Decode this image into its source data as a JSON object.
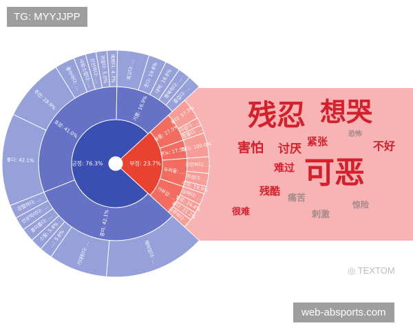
{
  "header": {
    "tag": "TG: MYYJJPP"
  },
  "footer": {
    "site": "web-absports.com",
    "brand": "TEXTOM",
    "brand_icon": "weibo-icon"
  },
  "colors": {
    "pos": [
      "#3b4fb2",
      "#6572c6",
      "#97a1d9"
    ],
    "neg": [
      "#ea4230",
      "#f26d5f",
      "#f79c96"
    ],
    "panel": "#f8b4b4",
    "word_red": "#d4202c",
    "word_gray": "#a58a8a"
  },
  "chart_data": {
    "type": "sunburst",
    "root": [
      {
        "label": "긍정: 76.3%",
        "value": 76.3,
        "tone": "pos",
        "children": [
          {
            "label": "흥미: 42.1%",
            "value": 42.1,
            "children": [
              {
                "label": "재미있다: …",
                "value": 45
              },
              {
                "label": "기대된다: …",
                "value": 26
              },
              {
                "label": "…: 5.6%",
                "value": 5.6
              },
              {
                "label": "스릴: 5.4%",
                "value": 5.4
              },
              {
                "label": "흥미롭다: …",
                "value": 6
              },
              {
                "label": "인상적이다: …",
                "value": 6
              },
              {
                "label": "강렬하다: …",
                "value": 6
              }
            ]
          },
          {
            "label": "호감: 41.0%",
            "value": 41.0,
            "children": [
              {
                "label": "좋다: 42.1%",
                "value": 42.1
              },
              {
                "label": "추천: 28.9%",
                "value": 28.9
              },
              {
                "label": "좋아하다: …",
                "value": 9
              },
              {
                "label": "사랑스럽다: …",
                "value": 5.5
              },
              {
                "label": "신선하다: …",
                "value": 4.8
              },
              {
                "label": "귀엽다: 5.0%",
                "value": 5.0
              },
              {
                "label": "예쁘다: 4.7%",
                "value": 4.7
              }
            ]
          },
          {
            "label": "기쁨: 16.9%",
            "value": 16.9,
            "children": [
              {
                "label": "최고다: …",
                "value": 35
              },
              {
                "label": "웃다: 19.8%",
                "value": 19.8
              },
              {
                "label": "대박: 16.6%",
                "value": 16.6
              },
              {
                "label": "행복하다: …",
                "value": 14
              },
              {
                "label": "즐겁다: …",
                "value": 14.6
              }
            ]
          }
        ]
      },
      {
        "label": "부정: 23.7%",
        "value": 23.7,
        "tone": "neg",
        "children": [
          {
            "label": "슬픔: 27.5%",
            "value": 27.5,
            "children": [
              {
                "label": "울다: 57.3%",
                "value": 57.3
              },
              {
                "label": "아쉽다: …",
                "value": 21
              },
              {
                "label": "힘들다: …",
                "value": 21.7
              }
            ]
          },
          {
            "label": "분노: 17.5%",
            "value": 17.5,
            "children": [
              {
                "label": "밉다: 100.0%",
                "value": 100
              }
            ]
          },
          {
            "label": "두려움: …",
            "value": 27,
            "children": [
              {
                "label": "잔인하다: …",
                "value": 45
              },
              {
                "label": "무섭다: …",
                "value": 35.1
              },
              {
                "label": "주의: 19.9%",
                "value": 19.9
              }
            ]
          },
          {
            "label": "거부감: …",
            "value": 28,
            "children": [
              {
                "label": "심하다: …",
                "value": 30
              },
              {
                "label": "별로: 24.4%",
                "value": 24.4
              },
              {
                "label": "싫다: 21.2%",
                "value": 21.2
              },
              {
                "label": "지루하다: …",
                "value": 24.4
              }
            ]
          }
        ]
      }
    ]
  },
  "wordcloud": [
    {
      "text": "残忍",
      "size": 42,
      "tone": "red"
    },
    {
      "text": "想哭",
      "size": 38,
      "tone": "red"
    },
    {
      "text": "恐怖",
      "size": 10,
      "tone": "gray"
    },
    {
      "text": "害怕",
      "size": 19,
      "tone": "red"
    },
    {
      "text": "讨厌",
      "size": 17,
      "tone": "red"
    },
    {
      "text": "紧张",
      "size": 15,
      "tone": "red"
    },
    {
      "text": "不好",
      "size": 16,
      "tone": "red"
    },
    {
      "text": "难过",
      "size": 15,
      "tone": "red"
    },
    {
      "text": "可恶",
      "size": 44,
      "tone": "red"
    },
    {
      "text": "残酷",
      "size": 15,
      "tone": "red"
    },
    {
      "text": "痛苦",
      "size": 13,
      "tone": "gray"
    },
    {
      "text": "惊险",
      "size": 12,
      "tone": "gray"
    },
    {
      "text": "很难",
      "size": 13,
      "tone": "red"
    },
    {
      "text": "刺激",
      "size": 13,
      "tone": "gray"
    }
  ]
}
